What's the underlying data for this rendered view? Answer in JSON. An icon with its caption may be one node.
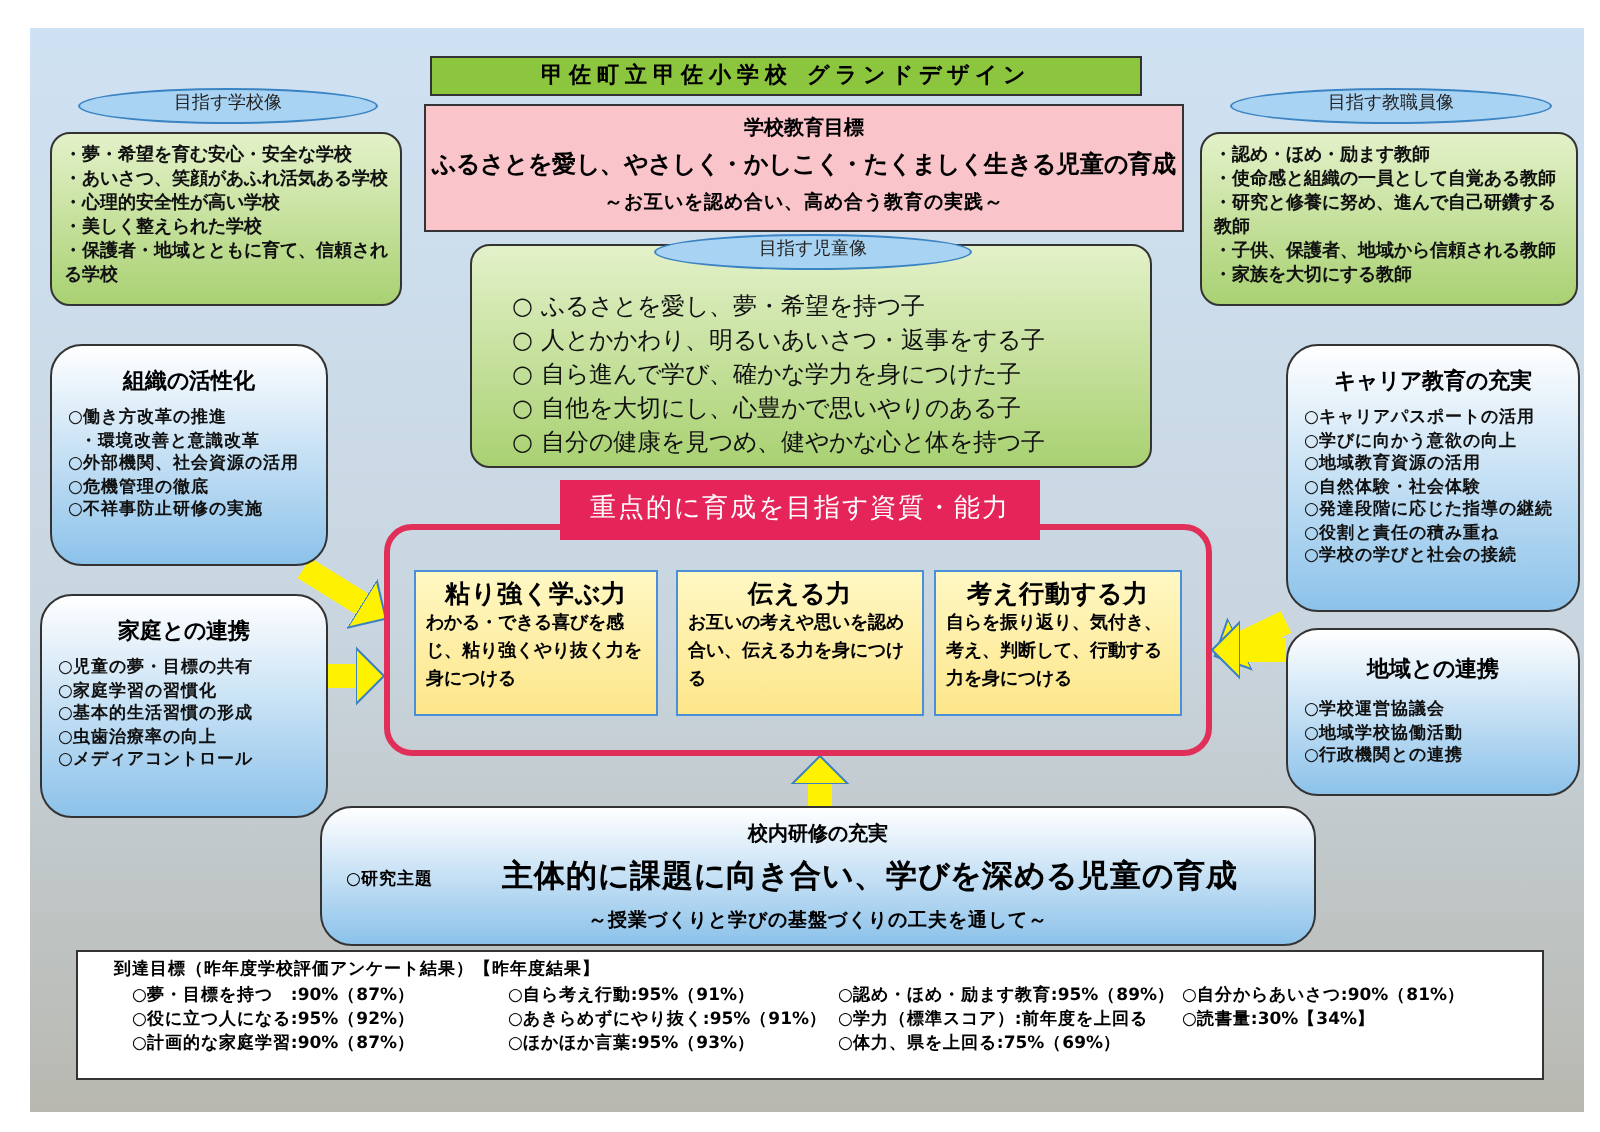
{
  "diagram": {
    "title": "甲佐町立甲佐小学校 グランドデザイン",
    "nodes": [
      {
        "text": [
          "学校教育目標",
          "ふるさとを愛し、やさしく・かしこく・たくましく生きる児童の育成",
          "～お互いを認め合い、高め合う教育の実践～"
        ]
      },
      {
        "text": [
          "目指す学校像",
          "・夢・希望を育む安心・安全な学校",
          "・あいさつ、笑顔があふれ活気ある学校",
          "・心理的安全性が高い学校",
          "・美しく整えられた学校",
          "・保護者・地域とともに育て、信頼される学校"
        ]
      },
      {
        "text": [
          "目指す教職員像",
          "・認め・ほめ・励ます教師",
          "・使命感と組織の一員として自覚ある教師",
          "・研究と修養に努め、進んで自己研鑽する教師",
          "・子供、保護者、地域から信頼される教師",
          "・家族を大切にする教師"
        ]
      },
      {
        "text": [
          "目指す児童像",
          "○ ふるさとを愛し、夢・希望を持つ子",
          "○ 人とかかわり、明るいあいさつ・返事をする子",
          "○ 自ら進んで学び、確かな学力を身につけた子",
          "○ 自他を大切にし、心豊かで思いやりのある子",
          "○ 自分の健康を見つめ、健やかな心と体を持つ子"
        ]
      },
      {
        "text": [
          "重点的に育成を目指す資質・能力"
        ]
      },
      {
        "text": [
          "粘り強く学ぶ力",
          "わかる・できる喜びを感じ、粘り強くやり抜く力を身につける"
        ],
        "in": 4
      },
      {
        "text": [
          "伝える力",
          "お互いの考えや思いを認め合い、伝える力を身につける"
        ],
        "in": 4
      },
      {
        "text": [
          "考え行動する力",
          "自らを振り返り、気付き、考え、判断して、行動する力を身につける"
        ],
        "in": 4
      },
      {
        "text": [
          "組織の活性化",
          "○働き方改革の推進",
          "・環境改善と意識改革",
          "○外部機関、社会資源の活用",
          "○危機管理の徹底",
          "○不祥事防止研修の実施"
        ]
      },
      {
        "text": [
          "家庭との連携",
          "○児童の夢・目標の共有",
          "○家庭学習の習慣化",
          "○基本的生活習慣の形成",
          "○虫歯治療率の向上",
          "○メディアコントロール"
        ]
      },
      {
        "text": [
          "キャリア教育の充実",
          "○キャリアパスポートの活用",
          "○学びに向かう意欲の向上",
          "○地域教育資源の活用",
          "○自然体験・社会体験",
          "○発達段階に応じた指導の継続",
          "○役割と責任の積み重ね",
          "○学校の学びと社会の接続"
        ]
      },
      {
        "text": [
          "地域との連携",
          "○学校運営協議会",
          "○地域学校協働活動",
          "○行政機関との連携"
        ]
      },
      {
        "text": [
          "校内研修の充実",
          "○研究主題",
          "主体的に課題に向き合い、学びを深める児童の育成",
          "～授業づくりと学びの基盤づくりの工夫を通して～"
        ]
      },
      {
        "text": [
          "到達目標（昨年度学校評価アンケート結果）【昨年度結果】",
          "○夢・目標を持つ　:90%（87%）",
          "○自ら考え行動:95%（91%）",
          "○認め・ほめ・励ます教育:95%（89%）",
          "○自分からあいさつ:90%（81%）",
          "○役に立つ人になる:95%（92%）",
          "○あきらめずにやり抜く:95%（91%）",
          "○学力（標準スコア）:前年度を上回る",
          "○読書量:30%【34%】",
          "○計画的な家庭学習:90%（87%）",
          "○ほかほか言葉:95%（93%）",
          "○体力、県を上回る:75%（69%）"
        ]
      }
    ],
    "edges": [
      {
        "from": 8,
        "to": 4,
        "arrow": "to"
      },
      {
        "from": 9,
        "to": 4,
        "arrow": "to"
      },
      {
        "from": 10,
        "to": 4,
        "arrow": "to"
      },
      {
        "from": 11,
        "to": 4,
        "arrow": "to"
      },
      {
        "from": 12,
        "to": 4,
        "arrow": "to"
      }
    ]
  }
}
